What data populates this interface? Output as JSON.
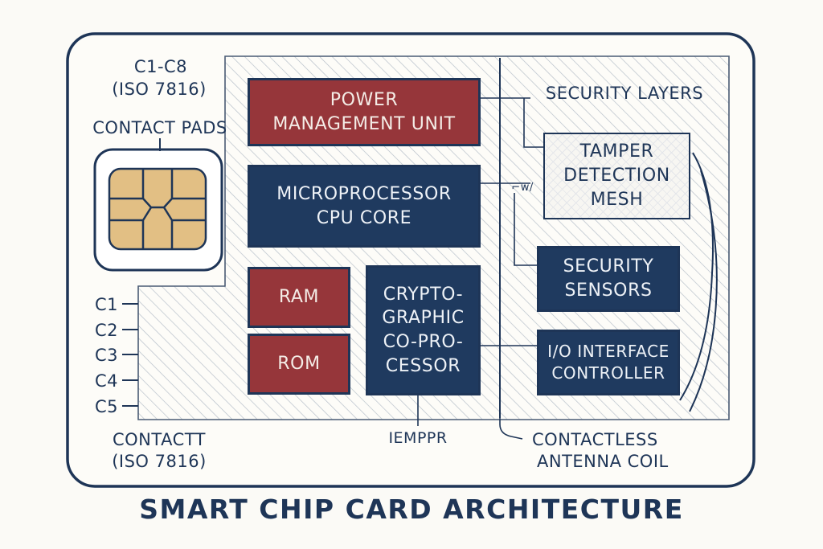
{
  "title": "SMART CHIP CARD ARCHITECTURE",
  "labels": {
    "c1_c8": "C1-C8",
    "iso_top": "(ISO 7816)",
    "contact_pads": "CONTACT PADS",
    "security_layers": "SECURITY LAYERS",
    "contact": "CONTACTT",
    "iso_bottom": "(ISO 7816)",
    "eeprom": "IEMPPR",
    "contactless_1": "CONTACTLESS",
    "contactless_2": "ANTENNA COIL",
    "small_mark": "⌐w/"
  },
  "pins": [
    "C1",
    "C2",
    "C3",
    "C4",
    "C5"
  ],
  "blocks": {
    "pmu": "POWER\nMANAGEMENT UNIT",
    "cpu": "MICROPROCESSOR\nCPU CORE",
    "ram": "RAM",
    "rom": "ROM",
    "crypto": "CRYPTO-\nGRAPHIC\nCO-PRO-\nCESSOR",
    "tamper": "TAMPER\nDETECTION\nMESH",
    "sensors": "SECURITY\nSENSORS",
    "io": "I/O INTERFACE\nCONTROLLER"
  },
  "colors": {
    "navy": "#1f3a5f",
    "red": "#96363a",
    "gold": "#e2bf84",
    "outline": "#1e3557",
    "background": "#fbfaf6"
  }
}
